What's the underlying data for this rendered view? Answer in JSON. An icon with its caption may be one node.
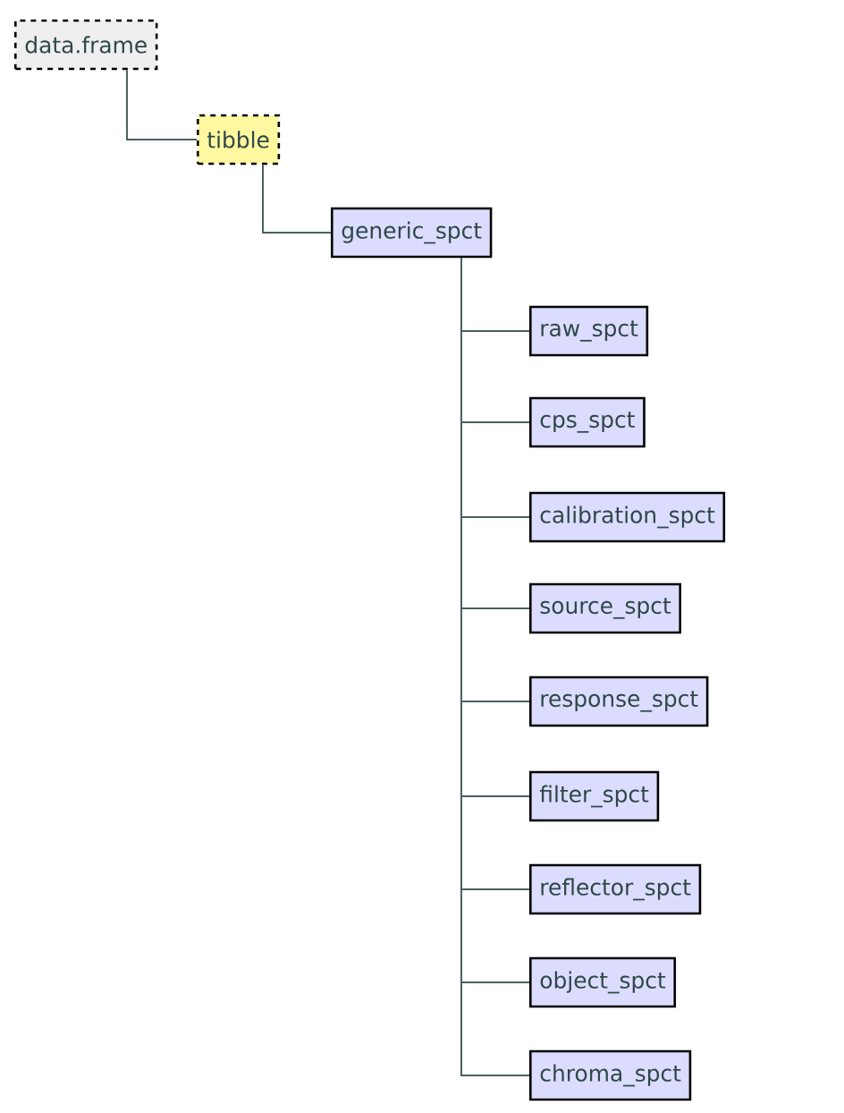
{
  "diagram": {
    "nodes": [
      {
        "text": [
          "data.frame"
        ]
      },
      {
        "text": [
          "tibble"
        ]
      },
      {
        "text": [
          "generic_spct"
        ]
      },
      {
        "text": [
          "raw_spct"
        ]
      },
      {
        "text": [
          "cps_spct"
        ]
      },
      {
        "text": [
          "calibration_spct"
        ]
      },
      {
        "text": [
          "source_spct"
        ]
      },
      {
        "text": [
          "response_spct"
        ]
      },
      {
        "text": [
          "filter_spct"
        ]
      },
      {
        "text": [
          "reflector_spct"
        ]
      },
      {
        "text": [
          "object_spct"
        ]
      },
      {
        "text": [
          "chroma_spct"
        ]
      }
    ],
    "edges": [
      {
        "from": 0,
        "to": 1,
        "arrow": "none"
      },
      {
        "from": 1,
        "to": 2,
        "arrow": "none"
      },
      {
        "from": 2,
        "to": 3,
        "arrow": "none"
      },
      {
        "from": 2,
        "to": 4,
        "arrow": "none"
      },
      {
        "from": 2,
        "to": 5,
        "arrow": "none"
      },
      {
        "from": 2,
        "to": 6,
        "arrow": "none"
      },
      {
        "from": 2,
        "to": 7,
        "arrow": "none"
      },
      {
        "from": 2,
        "to": 8,
        "arrow": "none"
      },
      {
        "from": 2,
        "to": 9,
        "arrow": "none"
      },
      {
        "from": 2,
        "to": 10,
        "arrow": "none"
      },
      {
        "from": 2,
        "to": 11,
        "arrow": "none"
      }
    ]
  }
}
